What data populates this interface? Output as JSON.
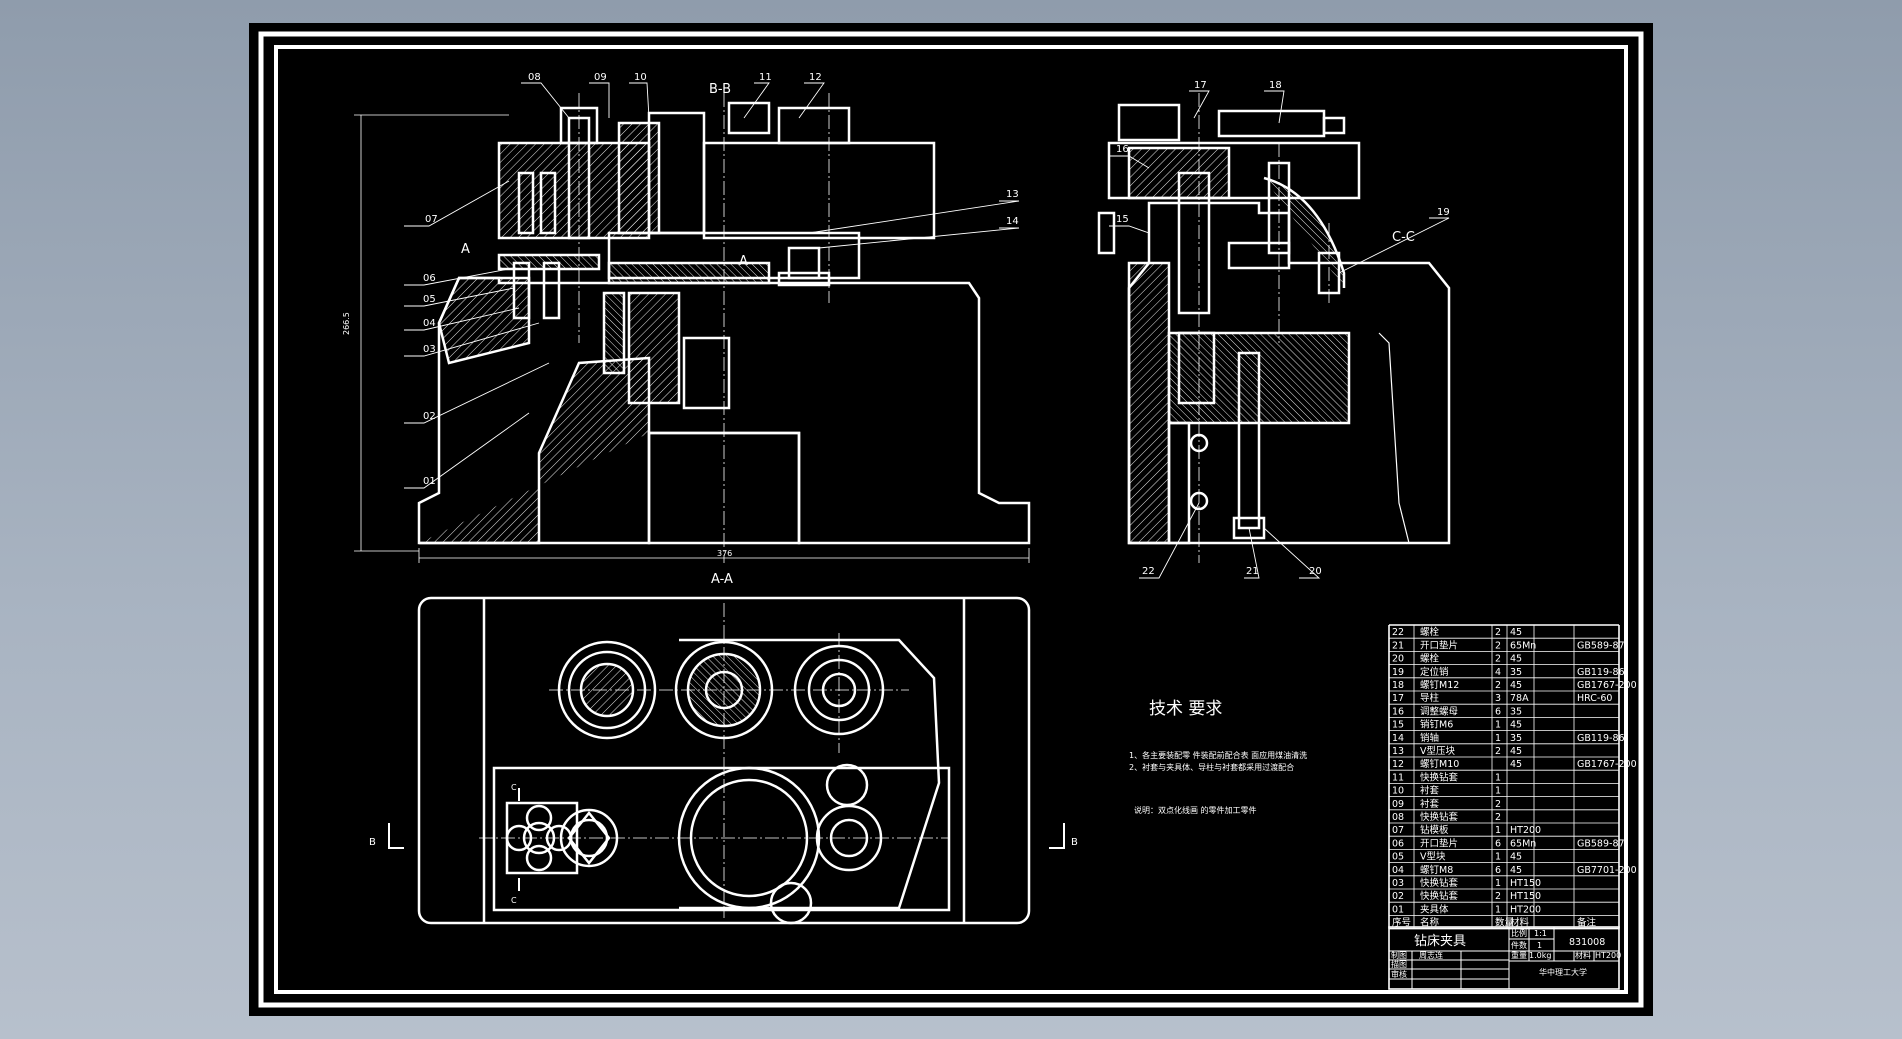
{
  "views": {
    "section_bb": "B-B",
    "section_aa": "A-A",
    "section_cc": "C-C",
    "mark_a": "A",
    "mark_b": "B",
    "mark_c": "C"
  },
  "dimensions": {
    "overall_width": "376",
    "overall_height": "266.5"
  },
  "balloons": [
    "01",
    "02",
    "03",
    "04",
    "05",
    "06",
    "07",
    "08",
    "09",
    "10",
    "11",
    "12",
    "13",
    "14",
    "15",
    "16",
    "17",
    "18",
    "19",
    "20",
    "21",
    "22"
  ],
  "notes": {
    "title": "技术 要求",
    "line1": "1、各主要装配零 件装配前配合表 面应用煤油清洗",
    "line2": "2、衬套与夹具体、导柱与衬套都采用过渡配合",
    "remark": "说明：双点化线画 的零件加工零件"
  },
  "bom": {
    "headers": [
      "序号",
      "名称",
      "数量",
      "材料",
      "备注"
    ],
    "rows": [
      [
        "22",
        "螺栓",
        "2",
        "45",
        ""
      ],
      [
        "21",
        "开口垫片",
        "2",
        "65Mn",
        "GB589-87"
      ],
      [
        "20",
        "螺栓",
        "2",
        "45",
        ""
      ],
      [
        "19",
        "定位销",
        "4",
        "35",
        "GB119-86"
      ],
      [
        "18",
        "螺钉M12",
        "2",
        "45",
        "GB1767-200"
      ],
      [
        "17",
        "导柱",
        "3",
        "78A",
        "HRC-60"
      ],
      [
        "16",
        "调整螺母",
        "6",
        "35",
        ""
      ],
      [
        "15",
        "销钉M6",
        "1",
        "45",
        ""
      ],
      [
        "14",
        "销轴",
        "1",
        "35",
        "GB119-86"
      ],
      [
        "13",
        "V型压块",
        "2",
        "45",
        ""
      ],
      [
        "12",
        "螺钉M10",
        "",
        "45",
        "GB1767-200"
      ],
      [
        "11",
        "快换钻套",
        "1",
        "",
        ""
      ],
      [
        "10",
        "衬套",
        "1",
        "",
        ""
      ],
      [
        "09",
        "衬套",
        "2",
        "",
        ""
      ],
      [
        "08",
        "快换钻套",
        "2",
        "",
        ""
      ],
      [
        "07",
        "钻模板",
        "1",
        "HT200",
        ""
      ],
      [
        "06",
        "开口垫片",
        "6",
        "65Mn",
        "GB589-87"
      ],
      [
        "05",
        "V型块",
        "1",
        "45",
        ""
      ],
      [
        "04",
        "螺钉M8",
        "6",
        "45",
        "GB7701-200"
      ],
      [
        "03",
        "快换钻套",
        "1",
        "HT150",
        ""
      ],
      [
        "02",
        "快换钻套",
        "2",
        "HT150",
        ""
      ],
      [
        "01",
        "夹具体",
        "1",
        "HT200",
        ""
      ]
    ]
  },
  "title_block": {
    "name": "钻床夹具",
    "scale_label": "比例",
    "scale_value": "1:1",
    "count_label": "件数",
    "count_value": "1",
    "drawing_no": "831008",
    "weight_label": "重量",
    "weight_value": "1.0kg",
    "material_label": "材料",
    "material_value": "HT200",
    "designer_label": "制图",
    "designer": "周志连",
    "checker_label": "描图",
    "reviewer_label": "审核",
    "school": "华中理工大学"
  }
}
